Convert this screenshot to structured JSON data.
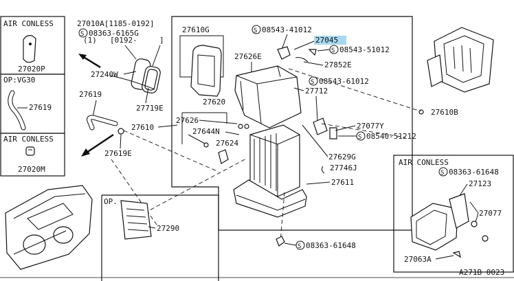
{
  "side_panels": {
    "air_conless_1": {
      "header": "AIR CONLESS",
      "part": "27020P"
    },
    "op_vg30": {
      "header": "OP:VG30",
      "part": "27619"
    },
    "air_conless_2": {
      "header": "AIR CONLESS",
      "part": "27020M"
    }
  },
  "callouts": {
    "c27010a": "27010A[1185-0192]",
    "c08363_6165g": "08363-6165G",
    "c_qty1": "(1)",
    "c0192": "[0192-",
    "c_bracket": "]",
    "c27610g": "27610G",
    "c08543_41012": "08543-41012",
    "c27045": "27045",
    "c08543_51012": "08543-51012",
    "c27852e": "27852E",
    "c27626e": "27626E",
    "c27240w": "27240W",
    "c27719e": "27719E",
    "c27619": "27619",
    "c27610": "27610",
    "c27620": "27620",
    "c27626": "27626",
    "c27644n": "27644N",
    "c27624": "27624",
    "c27619e": "27619E",
    "c27712": "27712",
    "c08543_61012": "08543-61012",
    "c27610b": "27610B",
    "c27077y": "27077Y",
    "c08540_51212": "08540-51212",
    "c27629g": "27629G",
    "c27746j": "27746J",
    "c27611": "27611",
    "c08363_61648": "08363-61648"
  },
  "op_box": {
    "header": "OP.",
    "part": "27290"
  },
  "br_panel": {
    "header": "AIR CONLESS",
    "screw": "08363-61648",
    "p27123": "27123",
    "p27077": "27077",
    "p27063a": "27063A"
  },
  "footer": {
    "ref": "A271B 0023"
  },
  "highlight_color": "#a8d8f0"
}
